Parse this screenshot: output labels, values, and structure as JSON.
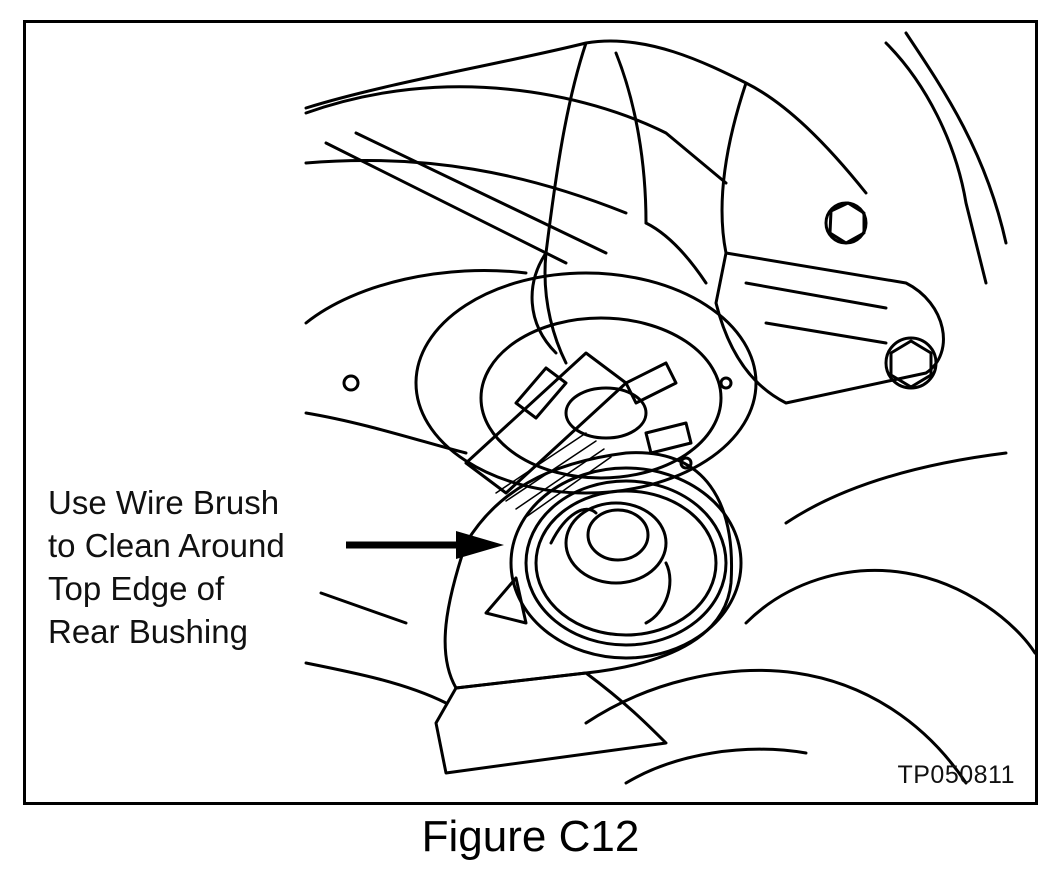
{
  "figure": {
    "caption": "Figure C12",
    "reference_code": "TP050811",
    "callout": {
      "lines": [
        "Use Wire Brush",
        "to Clean Around",
        "Top Edge of",
        "Rear Bushing"
      ]
    }
  },
  "colors": {
    "line": "#000000",
    "background": "#ffffff"
  }
}
